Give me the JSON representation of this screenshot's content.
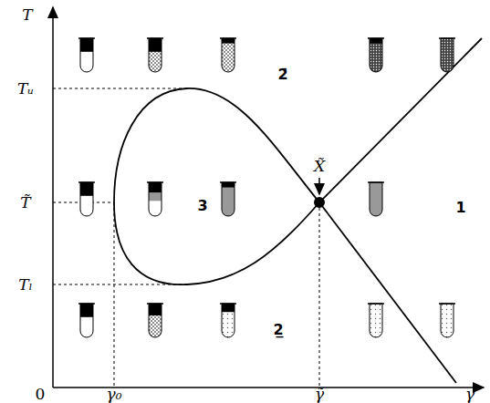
{
  "diagram": {
    "labels": [
      "T",
      "Tᵤ",
      "T̃",
      "Tₗ",
      "0",
      "γ₀",
      "γ̃",
      "γ",
      "X̃",
      "2̄",
      "3",
      "1",
      "2̲"
    ]
  }
}
